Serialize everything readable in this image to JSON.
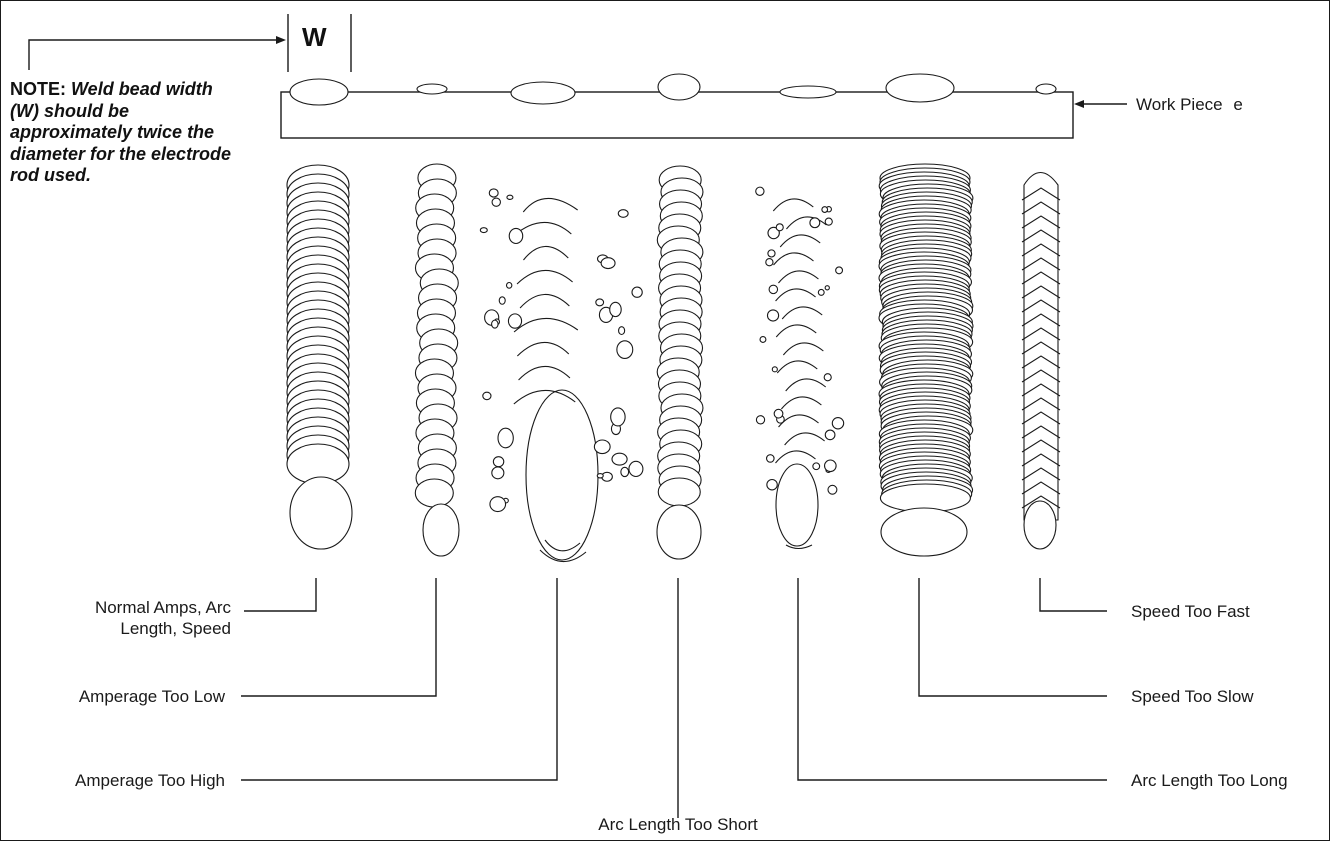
{
  "note": {
    "lead": "NOTE:",
    "text": "Weld bead width (W) should be approximately twice the diameter for the electrode rod used."
  },
  "width_marker": "W",
  "work_piece": "Work Piece",
  "work_piece_mark": "e",
  "beads": [
    {
      "id": "normal",
      "label_lines": [
        "Normal Amps, Arc",
        "Length, Speed"
      ]
    },
    {
      "id": "amperage-low",
      "label_lines": [
        "Amperage Too Low"
      ]
    },
    {
      "id": "amperage-high",
      "label_lines": [
        "Amperage Too High"
      ]
    },
    {
      "id": "arc-short",
      "label_lines": [
        "Arc Length Too Short"
      ]
    },
    {
      "id": "arc-long",
      "label_lines": [
        "Arc Length Too Long"
      ]
    },
    {
      "id": "speed-slow",
      "label_lines": [
        "Speed Too Slow"
      ]
    },
    {
      "id": "speed-fast",
      "label_lines": [
        "Speed Too Fast"
      ]
    }
  ]
}
